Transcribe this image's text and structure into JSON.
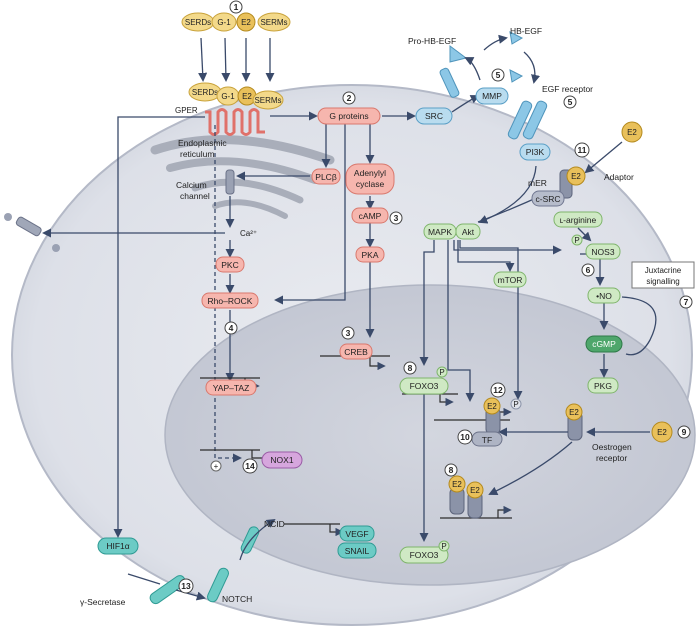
{
  "ligands_top": {
    "serds": "SERDs",
    "g1": "G-1",
    "e2": "E2",
    "serms": "SERMs"
  },
  "gper_label": "GPER",
  "g_proteins": "G proteins",
  "src": "SRC",
  "mmp": "MMP",
  "pro_hb_egf": "Pro-HB-EGF",
  "hb_egf": "HB-EGF",
  "egf_receptor": "EGF receptor",
  "pi3k": "PI3K",
  "er_label_1": "Endoplasmic",
  "er_label_2": "reticulum",
  "plcb": "PLCβ",
  "adenylyl_1": "Adenylyl",
  "adenylyl_2": "cyclase",
  "camp": "cAMP",
  "pka": "PKA",
  "creb": "CREB",
  "calcium_channel_1": "Calcium",
  "calcium_channel_2": "channel",
  "ca": "Ca²⁺",
  "pkc": "PKC",
  "rho_rock": "Rho–ROCK",
  "yap_taz": "YAP–TAZ",
  "nox1": "NOX1",
  "plus": "+",
  "mapk": "MAPK",
  "akt": "Akt",
  "mtor": "mTOR",
  "foxo3": "FOXO3",
  "foxo3_out": "FOXO3",
  "p": "P",
  "e2_right": "E2",
  "mer": "mER",
  "c_src": "c-SRC",
  "adaptor": "Adaptor",
  "l_arginine": "ʟ-arginine",
  "nos3": "NOS3",
  "no": "•NO",
  "cgmp": "cGMP",
  "pkg": "PKG",
  "juxtacrine_1": "Juxtacrine",
  "juxtacrine_2": "signalling",
  "tf": "TF",
  "oestrogen_1": "Oestrogen",
  "oestrogen_2": "receptor",
  "e2": "E2",
  "hif1a": "HIF1α",
  "vegf": "VEGF",
  "snail": "SNAIL",
  "ncid": "NCID",
  "notch": "NOTCH",
  "gamma_secretase": "γ-Secretase",
  "numbers": {
    "n1": "1",
    "n2": "2",
    "n3a": "3",
    "n3b": "3",
    "n4": "4",
    "n5a": "5",
    "n5b": "5",
    "n6": "6",
    "n7": "7",
    "n8a": "8",
    "n8b": "8",
    "n9": "9",
    "n10": "10",
    "n11": "11",
    "n12": "12",
    "n13": "13",
    "n14": "14"
  },
  "colors": {
    "yellow": "#f3d98a",
    "yellow_stroke": "#c9a33c",
    "pink": "#f6b6ae",
    "pink_stroke": "#d9786d",
    "blue": "#b9dcef",
    "blue_stroke": "#5a9fc6",
    "green": "#cfe9c4",
    "green_stroke": "#7fb56c",
    "teal": "#6ccbc5",
    "purple": "#d6a6dd",
    "cell": "#e6e8ee",
    "nucleus": "#cbcfd9"
  }
}
